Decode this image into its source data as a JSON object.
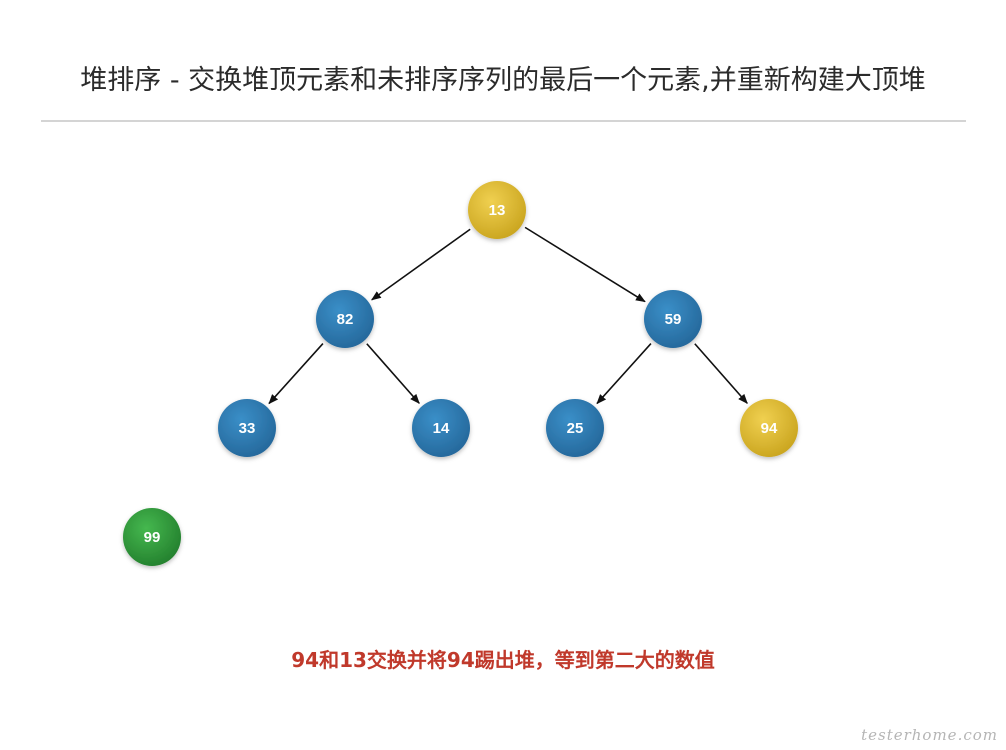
{
  "title": "堆排序 - 交换堆顶元素和未排序序列的最后一个元素,并重新构建大顶堆",
  "caption": "94和13交换并将94踢出堆，等到第二大的数值",
  "watermark": "testerhome.com",
  "colors": {
    "blue": "#2e7db3",
    "yellow": "#e0bd30",
    "green": "#2e9a3a",
    "caption": "#c0392b",
    "edge": "#111111"
  },
  "nodes": [
    {
      "id": "n0",
      "label": "13",
      "color": "yellow"
    },
    {
      "id": "n1",
      "label": "82",
      "color": "blue"
    },
    {
      "id": "n2",
      "label": "59",
      "color": "blue"
    },
    {
      "id": "n3",
      "label": "33",
      "color": "blue"
    },
    {
      "id": "n4",
      "label": "14",
      "color": "blue"
    },
    {
      "id": "n5",
      "label": "25",
      "color": "blue"
    },
    {
      "id": "n6",
      "label": "94",
      "color": "yellow"
    },
    {
      "id": "n7",
      "label": "99",
      "color": "green"
    }
  ],
  "edges": [
    {
      "from": "n0",
      "to": "n1"
    },
    {
      "from": "n0",
      "to": "n2"
    },
    {
      "from": "n1",
      "to": "n3"
    },
    {
      "from": "n1",
      "to": "n4"
    },
    {
      "from": "n2",
      "to": "n5"
    },
    {
      "from": "n2",
      "to": "n6"
    }
  ]
}
